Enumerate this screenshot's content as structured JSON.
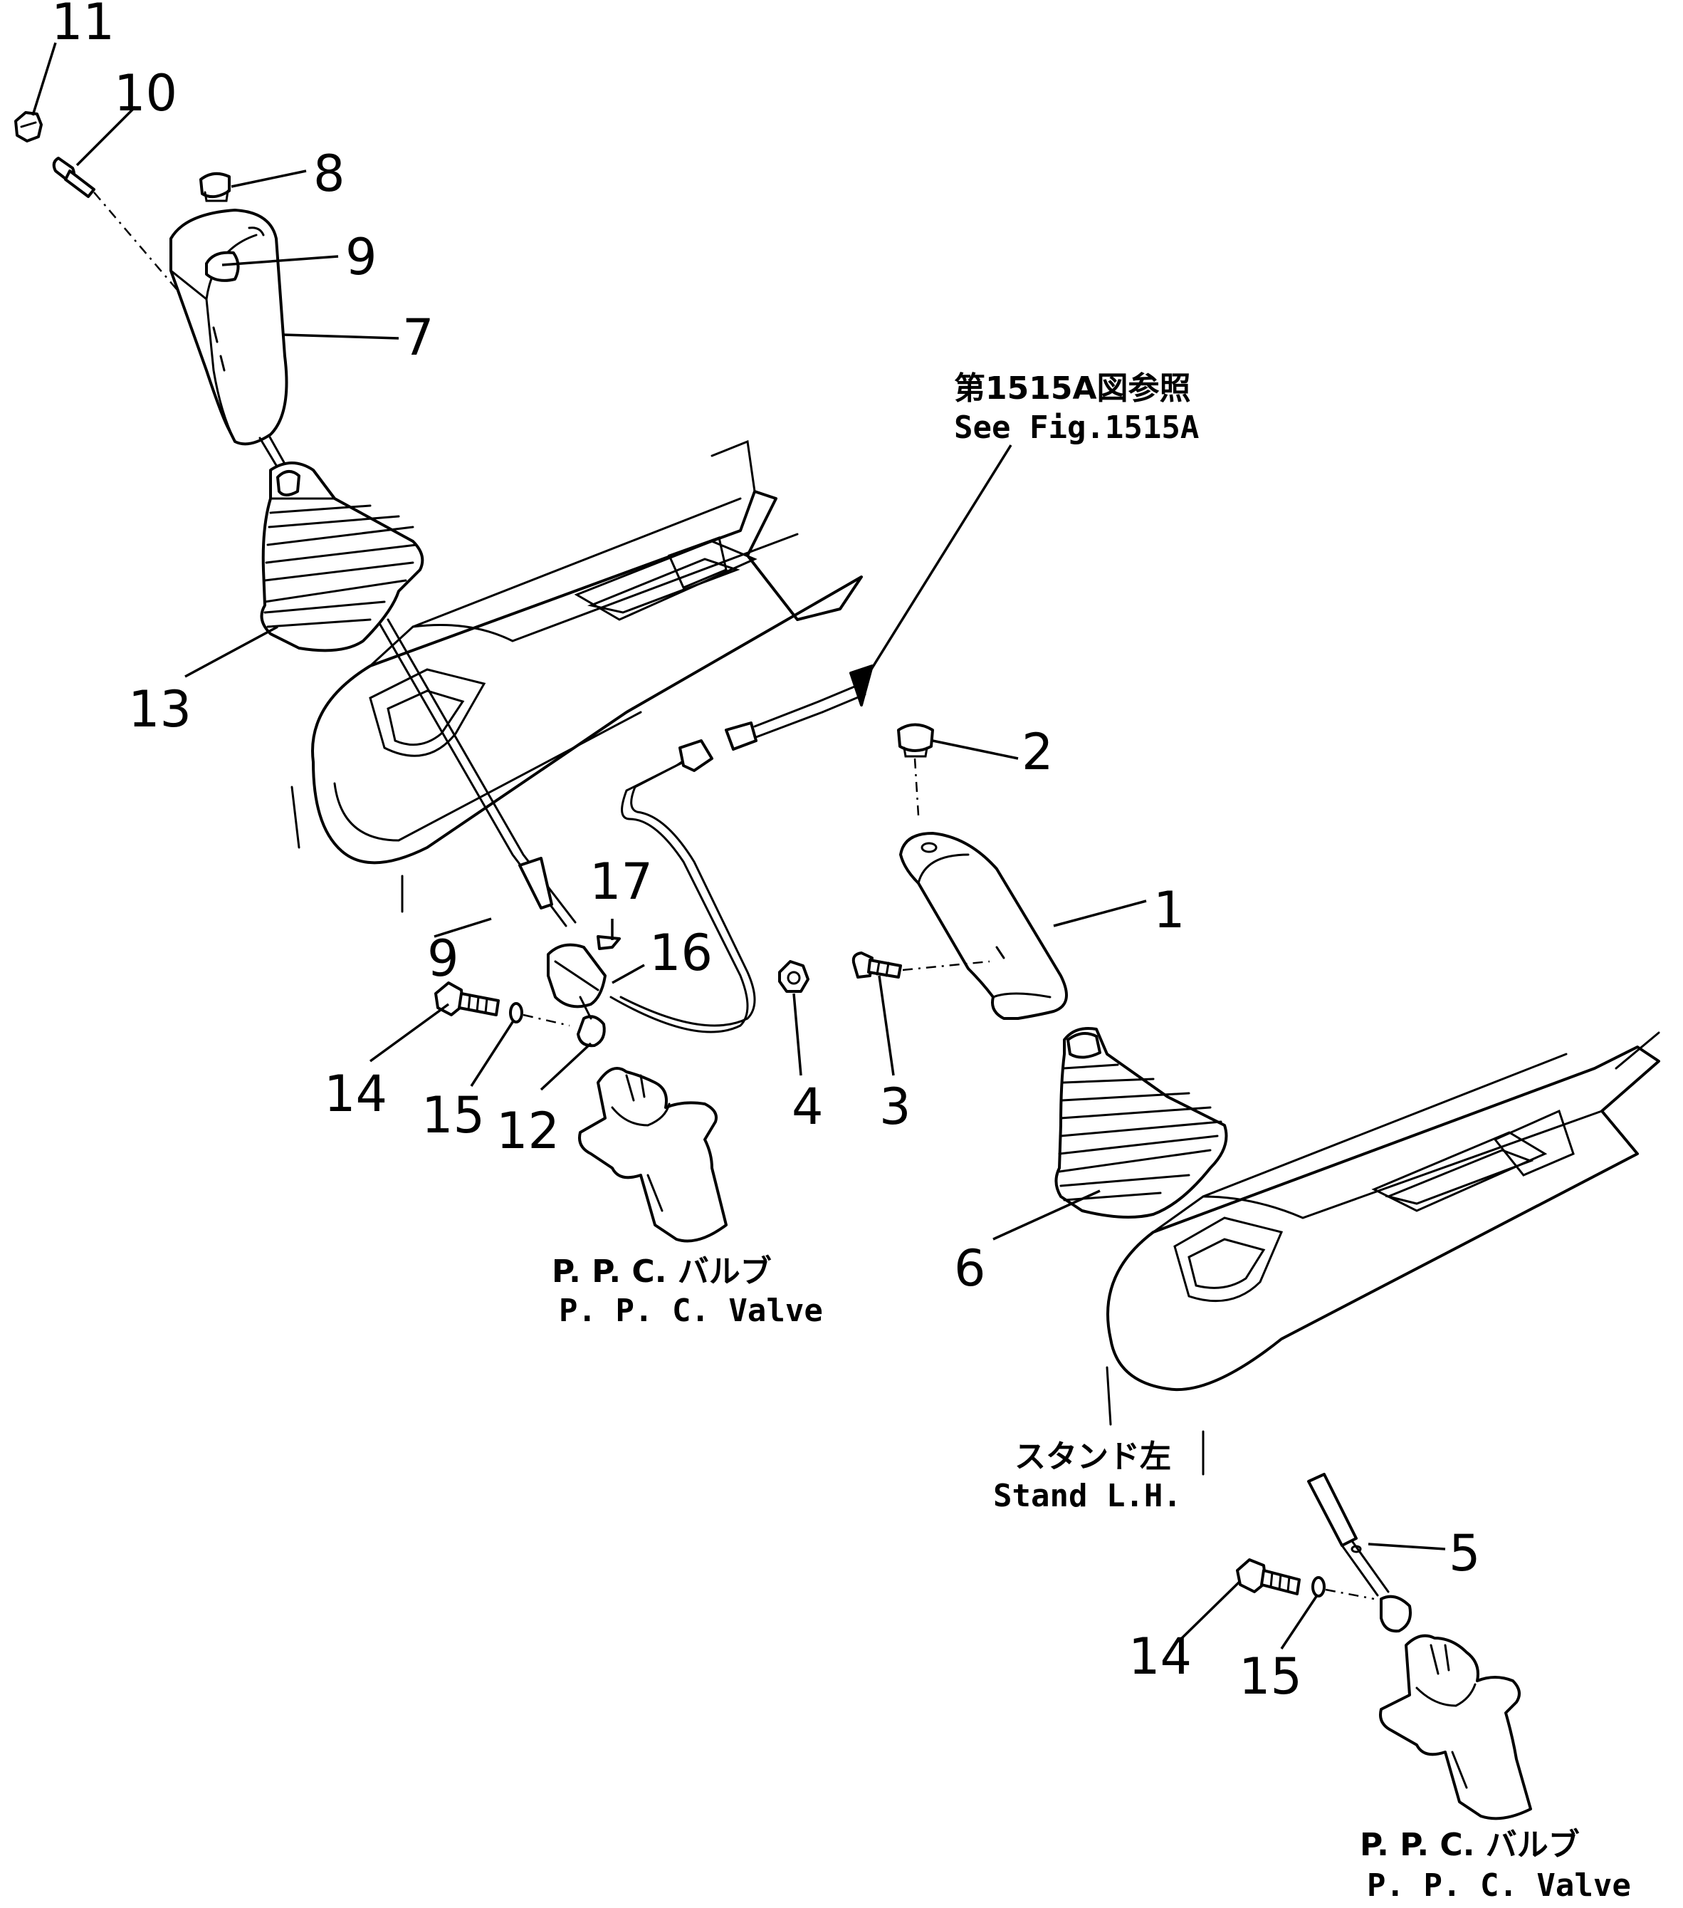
{
  "callouts": {
    "c1": "1",
    "c2": "2",
    "c3": "3",
    "c4": "4",
    "c5": "5",
    "c6": "6",
    "c7": "7",
    "c8": "8",
    "c9a": "9",
    "c9b": "9",
    "c10": "10",
    "c11": "11",
    "c12": "12",
    "c13": "13",
    "c14a": "14",
    "c14b": "14",
    "c15a": "15",
    "c15b": "15",
    "c16": "16",
    "c17": "17"
  },
  "captions": {
    "ref_jp": "第1515A図参照",
    "ref_en": "See Fig.1515A",
    "ppc_jp_1": "P. P. C. バルブ",
    "ppc_en_1": "P. P. C.  Valve",
    "stand_jp": "スタンド左",
    "stand_en": "Stand L.H.",
    "ppc_jp_2": "P. P. C. バルブ",
    "ppc_en_2": "P. P. C.  Valve"
  }
}
